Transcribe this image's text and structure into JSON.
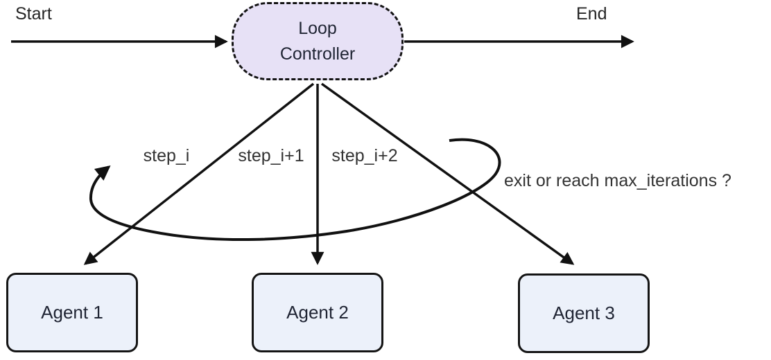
{
  "diagram": {
    "start_label": "Start",
    "end_label": "End",
    "controller": {
      "label_line1": "Loop",
      "label_line2": "Controller"
    },
    "edge_labels": {
      "step_i": "step_i",
      "step_i_plus_1": "step_i+1",
      "step_i_plus_2": "step_i+2",
      "loop_condition": "exit or reach max_iterations ?"
    },
    "agents": [
      {
        "label": "Agent 1"
      },
      {
        "label": "Agent 2"
      },
      {
        "label": "Agent 3"
      }
    ],
    "colors": {
      "line": "#111111",
      "controller_fill": "#e7e1f6",
      "controller_border": "#141414",
      "agent_fill": "#ecf1fa",
      "agent_border": "#141414",
      "node_text": "#1f2433",
      "edge_label_text": "#333333",
      "terminal_text": "#262626"
    }
  }
}
